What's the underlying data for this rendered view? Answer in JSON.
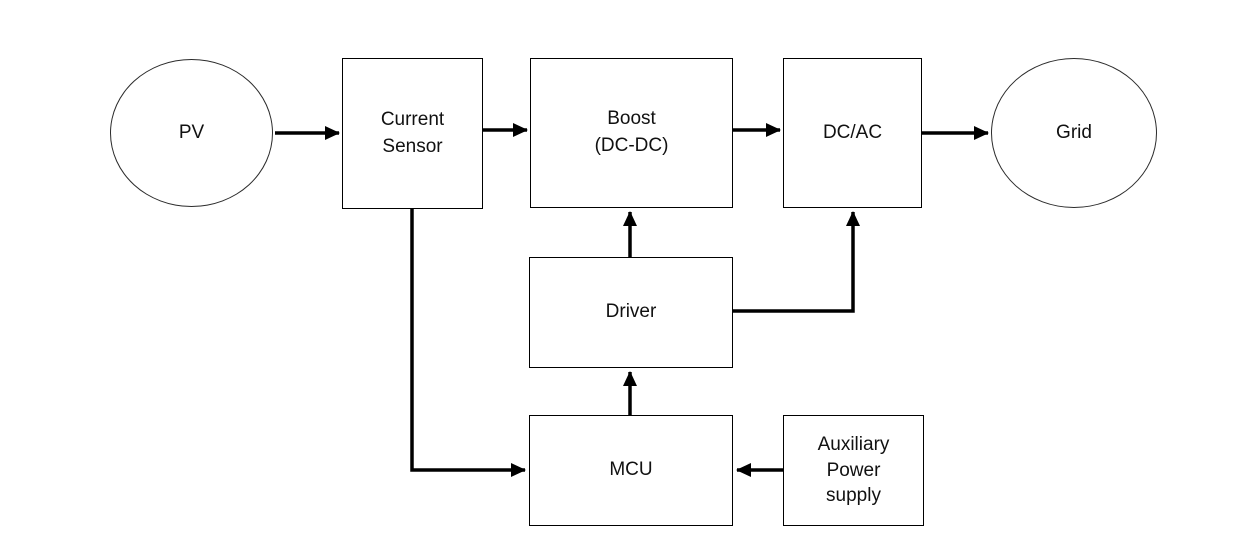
{
  "diagram": {
    "background_color": "#ffffff",
    "line_color": "#000000",
    "text_color": "#111111"
  },
  "nodes": {
    "pv": {
      "label": "PV",
      "shape": "ellipse"
    },
    "current_sensor": {
      "label": "Current\nSensor",
      "shape": "rect"
    },
    "boost": {
      "label": "Boost\n(DC-DC)",
      "shape": "rect"
    },
    "dc_ac": {
      "label": "DC/AC",
      "shape": "rect"
    },
    "grid": {
      "label": "Grid",
      "shape": "ellipse"
    },
    "driver": {
      "label": "Driver",
      "shape": "rect"
    },
    "mcu": {
      "label": "MCU",
      "shape": "rect"
    },
    "aux_power": {
      "label": "Auxiliary\nPower\nsupply",
      "shape": "rect"
    }
  },
  "edges": [
    {
      "from": "PV",
      "to": "Current Sensor",
      "arrow": "right"
    },
    {
      "from": "Current Sensor",
      "to": "Boost (DC-DC)",
      "arrow": "right"
    },
    {
      "from": "Boost (DC-DC)",
      "to": "DC/AC",
      "arrow": "right"
    },
    {
      "from": "DC/AC",
      "to": "Grid",
      "arrow": "right"
    },
    {
      "from": "Driver",
      "to": "Boost (DC-DC)",
      "arrow": "up"
    },
    {
      "from": "Driver",
      "to": "DC/AC",
      "arrow": "up"
    },
    {
      "from": "MCU",
      "to": "Driver",
      "arrow": "up"
    },
    {
      "from": "Current Sensor",
      "to": "MCU",
      "arrow": "right"
    },
    {
      "from": "Auxiliary Power supply",
      "to": "MCU",
      "arrow": "left"
    }
  ]
}
